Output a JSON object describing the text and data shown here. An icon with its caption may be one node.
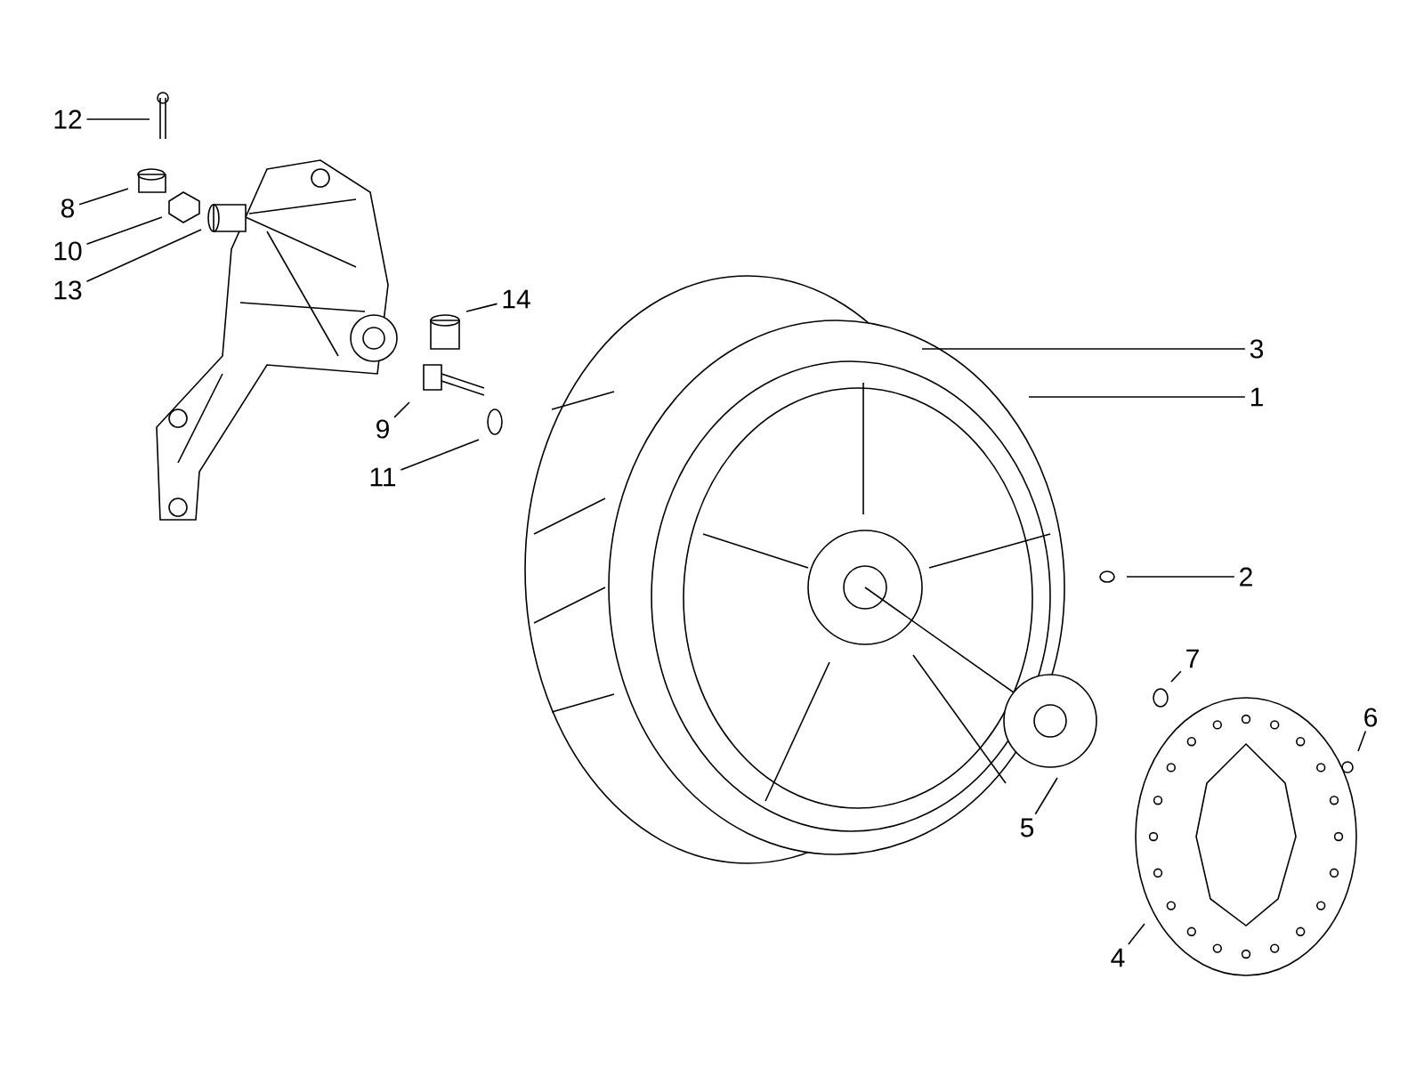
{
  "diagram": {
    "nodes": [
      {
        "text": [
          "12"
        ]
      },
      {
        "text": [
          "8"
        ]
      },
      {
        "text": [
          "10"
        ]
      },
      {
        "text": [
          "13"
        ]
      },
      {
        "text": [
          "14"
        ]
      },
      {
        "text": [
          "9"
        ]
      },
      {
        "text": [
          "11"
        ]
      },
      {
        "text": [
          "3"
        ]
      },
      {
        "text": [
          "1"
        ]
      },
      {
        "text": [
          "2"
        ]
      },
      {
        "text": [
          "7"
        ]
      },
      {
        "text": [
          "6"
        ]
      },
      {
        "text": [
          "5"
        ]
      },
      {
        "text": [
          "4"
        ]
      }
    ],
    "edges": [
      {
        "from": 0,
        "to": null,
        "arrow": "none"
      },
      {
        "from": 1,
        "to": null,
        "arrow": "none"
      },
      {
        "from": 2,
        "to": null,
        "arrow": "none"
      },
      {
        "from": 3,
        "to": null,
        "arrow": "none"
      },
      {
        "from": 4,
        "to": null,
        "arrow": "none"
      },
      {
        "from": 5,
        "to": null,
        "arrow": "none"
      },
      {
        "from": 6,
        "to": null,
        "arrow": "none"
      },
      {
        "from": 7,
        "to": null,
        "arrow": "none"
      },
      {
        "from": 8,
        "to": null,
        "arrow": "none"
      },
      {
        "from": 9,
        "to": null,
        "arrow": "none"
      },
      {
        "from": 10,
        "to": null,
        "arrow": "none"
      },
      {
        "from": 11,
        "to": null,
        "arrow": "none"
      },
      {
        "from": 12,
        "to": null,
        "arrow": "none"
      },
      {
        "from": 13,
        "to": null,
        "arrow": "none"
      }
    ]
  }
}
